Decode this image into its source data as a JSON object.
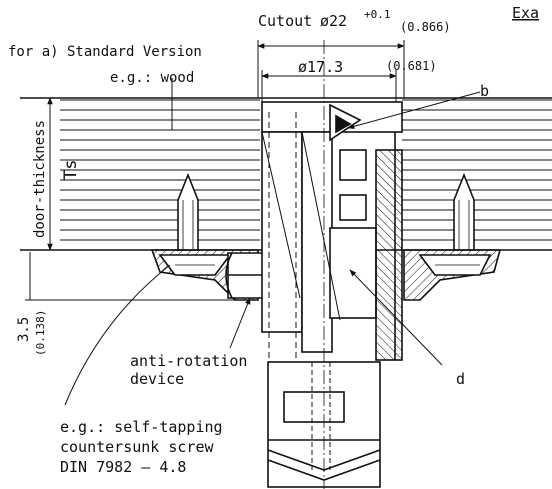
{
  "cutout": {
    "prefix": "Cutout",
    "diameter": "ø22",
    "tolerance": "+0.1",
    "inch": "(0.866)"
  },
  "example_partial": "Exa",
  "standard_version_label": "for a) Standard Version",
  "material_example": "e.g.: wood",
  "inner_diameter": {
    "value": "ø17.3",
    "inch": "(0.681)"
  },
  "callouts": {
    "b": "b",
    "d": "d"
  },
  "door_thickness": {
    "label": "door-thickness",
    "symbol": "Ts"
  },
  "offset": {
    "value": "3.5",
    "inch": "(0.138)"
  },
  "anti_rotation": {
    "line1": "anti-rotation",
    "line2": "device"
  },
  "screw_note": {
    "line1": "e.g.: self-tapping",
    "line2": "countersunk screw",
    "line3": "DIN 7982 – 4.8"
  }
}
